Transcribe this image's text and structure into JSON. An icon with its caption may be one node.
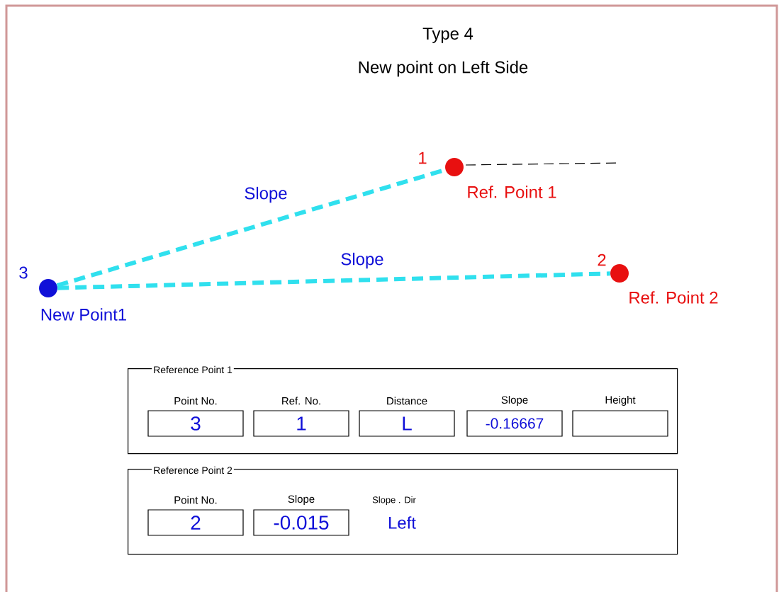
{
  "diagram": {
    "title": "Type 4",
    "nodes": [
      {
        "text": [],
        "shape": "circle",
        "beside": [
          "3",
          "New Point1"
        ]
      },
      {
        "text": [],
        "shape": "circle",
        "beside": [
          "1",
          "Ref. Point 1"
        ]
      },
      {
        "text": [],
        "shape": "circle",
        "beside": [
          "2",
          "Ref. Point 2"
        ]
      },
      {
        "text": [
          "Reference Point 1"
        ]
      },
      {
        "text": [
          "Point No.",
          "3"
        ],
        "in": 3
      },
      {
        "text": [
          "Ref. No.",
          "1"
        ],
        "in": 3
      },
      {
        "text": [
          "Distance",
          "L"
        ],
        "in": 3
      },
      {
        "text": [
          "Slope",
          "-0.16667"
        ],
        "in": 3
      },
      {
        "text": [
          "Height"
        ],
        "in": 3
      },
      {
        "text": [
          "Reference Point 2"
        ]
      },
      {
        "text": [
          "Point No.",
          "2"
        ],
        "in": 9
      },
      {
        "text": [
          "Slope",
          "-0.015"
        ],
        "in": 9
      }
    ],
    "edges": [
      {
        "from": 0,
        "to": 1,
        "arrow": "none",
        "label": "Slope",
        "style": "dashed"
      },
      {
        "from": 0,
        "to": 2,
        "arrow": "none",
        "label": "Slope",
        "style": "dashed"
      }
    ],
    "labels": [
      "New point on Left Side",
      "Slope . Dir",
      "Left"
    ]
  }
}
